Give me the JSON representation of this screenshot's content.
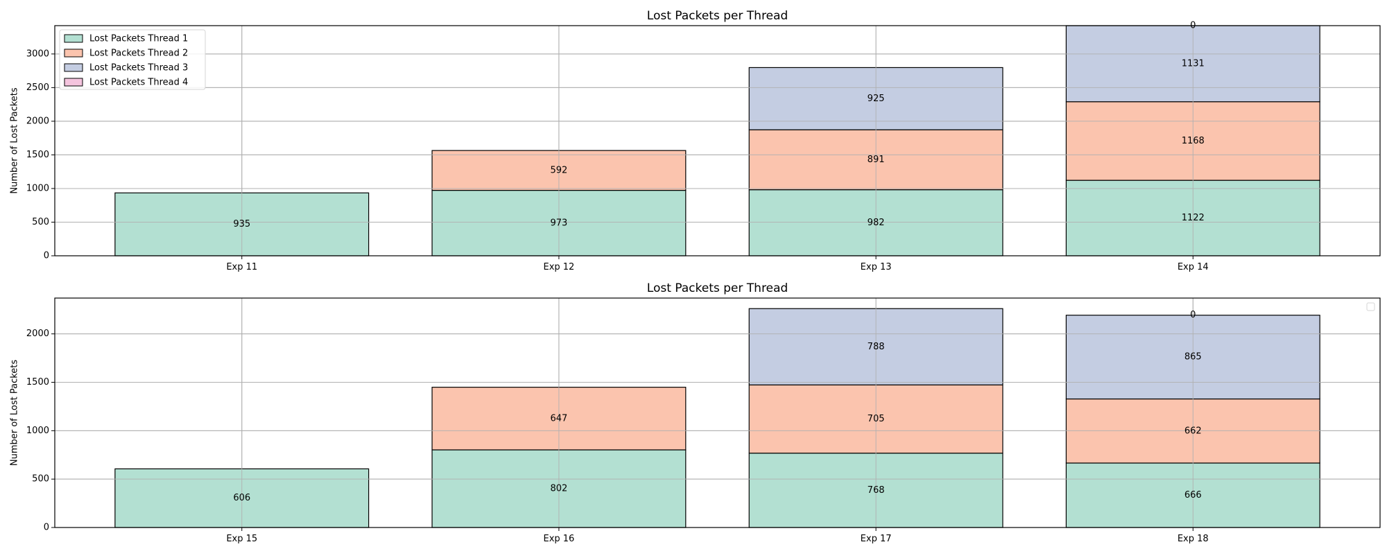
{
  "chart_data": [
    {
      "type": "bar",
      "stacked": true,
      "title": "Lost Packets per Thread",
      "xlabel": "",
      "ylabel": "Number of Lost Packets",
      "categories": [
        "Exp 11",
        "Exp 12",
        "Exp 13",
        "Exp 14"
      ],
      "ylim": [
        0,
        3421
      ],
      "yticks": [
        0,
        500,
        1000,
        1500,
        2000,
        2500,
        3000
      ],
      "grid": true,
      "legend": "top-left",
      "series": [
        {
          "name": "Lost Packets Thread 1",
          "color": "#b3e0d2",
          "values": [
            935,
            973,
            982,
            1122
          ],
          "labels": [
            "935",
            "973",
            "982",
            "1122"
          ]
        },
        {
          "name": "Lost Packets Thread 2",
          "color": "#fbc4ae",
          "values": [
            0,
            592,
            891,
            1168
          ],
          "labels": [
            "",
            "592",
            "891",
            "1168"
          ]
        },
        {
          "name": "Lost Packets Thread 3",
          "color": "#c4cde2",
          "values": [
            0,
            0,
            925,
            1131
          ],
          "labels": [
            "",
            "",
            "925",
            "1131"
          ]
        },
        {
          "name": "Lost Packets Thread 4",
          "color": "#f4c4de",
          "values": [
            0,
            0,
            0,
            0
          ],
          "labels": [
            "",
            "",
            "",
            "0"
          ]
        }
      ]
    },
    {
      "type": "bar",
      "stacked": true,
      "title": "Lost Packets per Thread",
      "xlabel": "",
      "ylabel": "Number of Lost Packets",
      "categories": [
        "Exp 15",
        "Exp 16",
        "Exp 17",
        "Exp 18"
      ],
      "ylim": [
        0,
        2370
      ],
      "yticks": [
        0,
        500,
        1000,
        1500,
        2000
      ],
      "grid": true,
      "legend": "top-right (empty)",
      "series": [
        {
          "name": "",
          "color": "#b3e0d2",
          "values": [
            606,
            802,
            768,
            666
          ],
          "labels": [
            "606",
            "802",
            "768",
            "666"
          ]
        },
        {
          "name": "",
          "color": "#fbc4ae",
          "values": [
            0,
            647,
            705,
            662
          ],
          "labels": [
            "",
            "647",
            "705",
            "662"
          ]
        },
        {
          "name": "",
          "color": "#c4cde2",
          "values": [
            0,
            0,
            788,
            865
          ],
          "labels": [
            "",
            "",
            "788",
            "865"
          ]
        },
        {
          "name": "",
          "color": "#f4c4de",
          "values": [
            0,
            0,
            0,
            0
          ],
          "labels": [
            "",
            "",
            "",
            "0"
          ]
        }
      ]
    }
  ]
}
